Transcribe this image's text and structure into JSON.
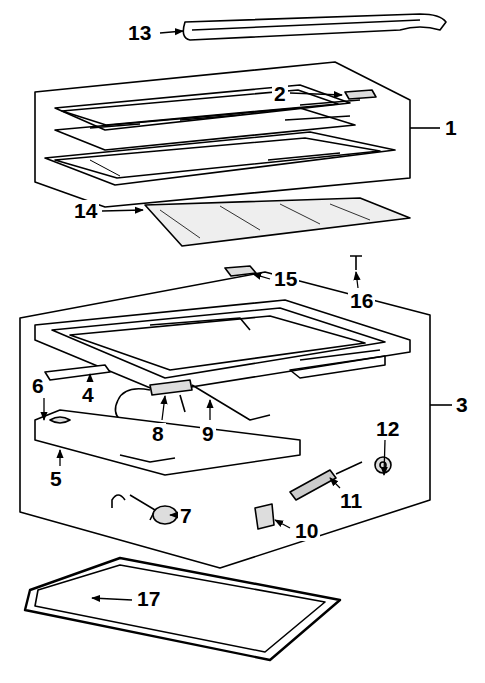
{
  "diagram": {
    "labels": [
      "13",
      "2",
      "1",
      "14",
      "15",
      "16",
      "6",
      "4",
      "8",
      "9",
      "12",
      "3",
      "5",
      "7",
      "11",
      "10",
      "17"
    ]
  }
}
